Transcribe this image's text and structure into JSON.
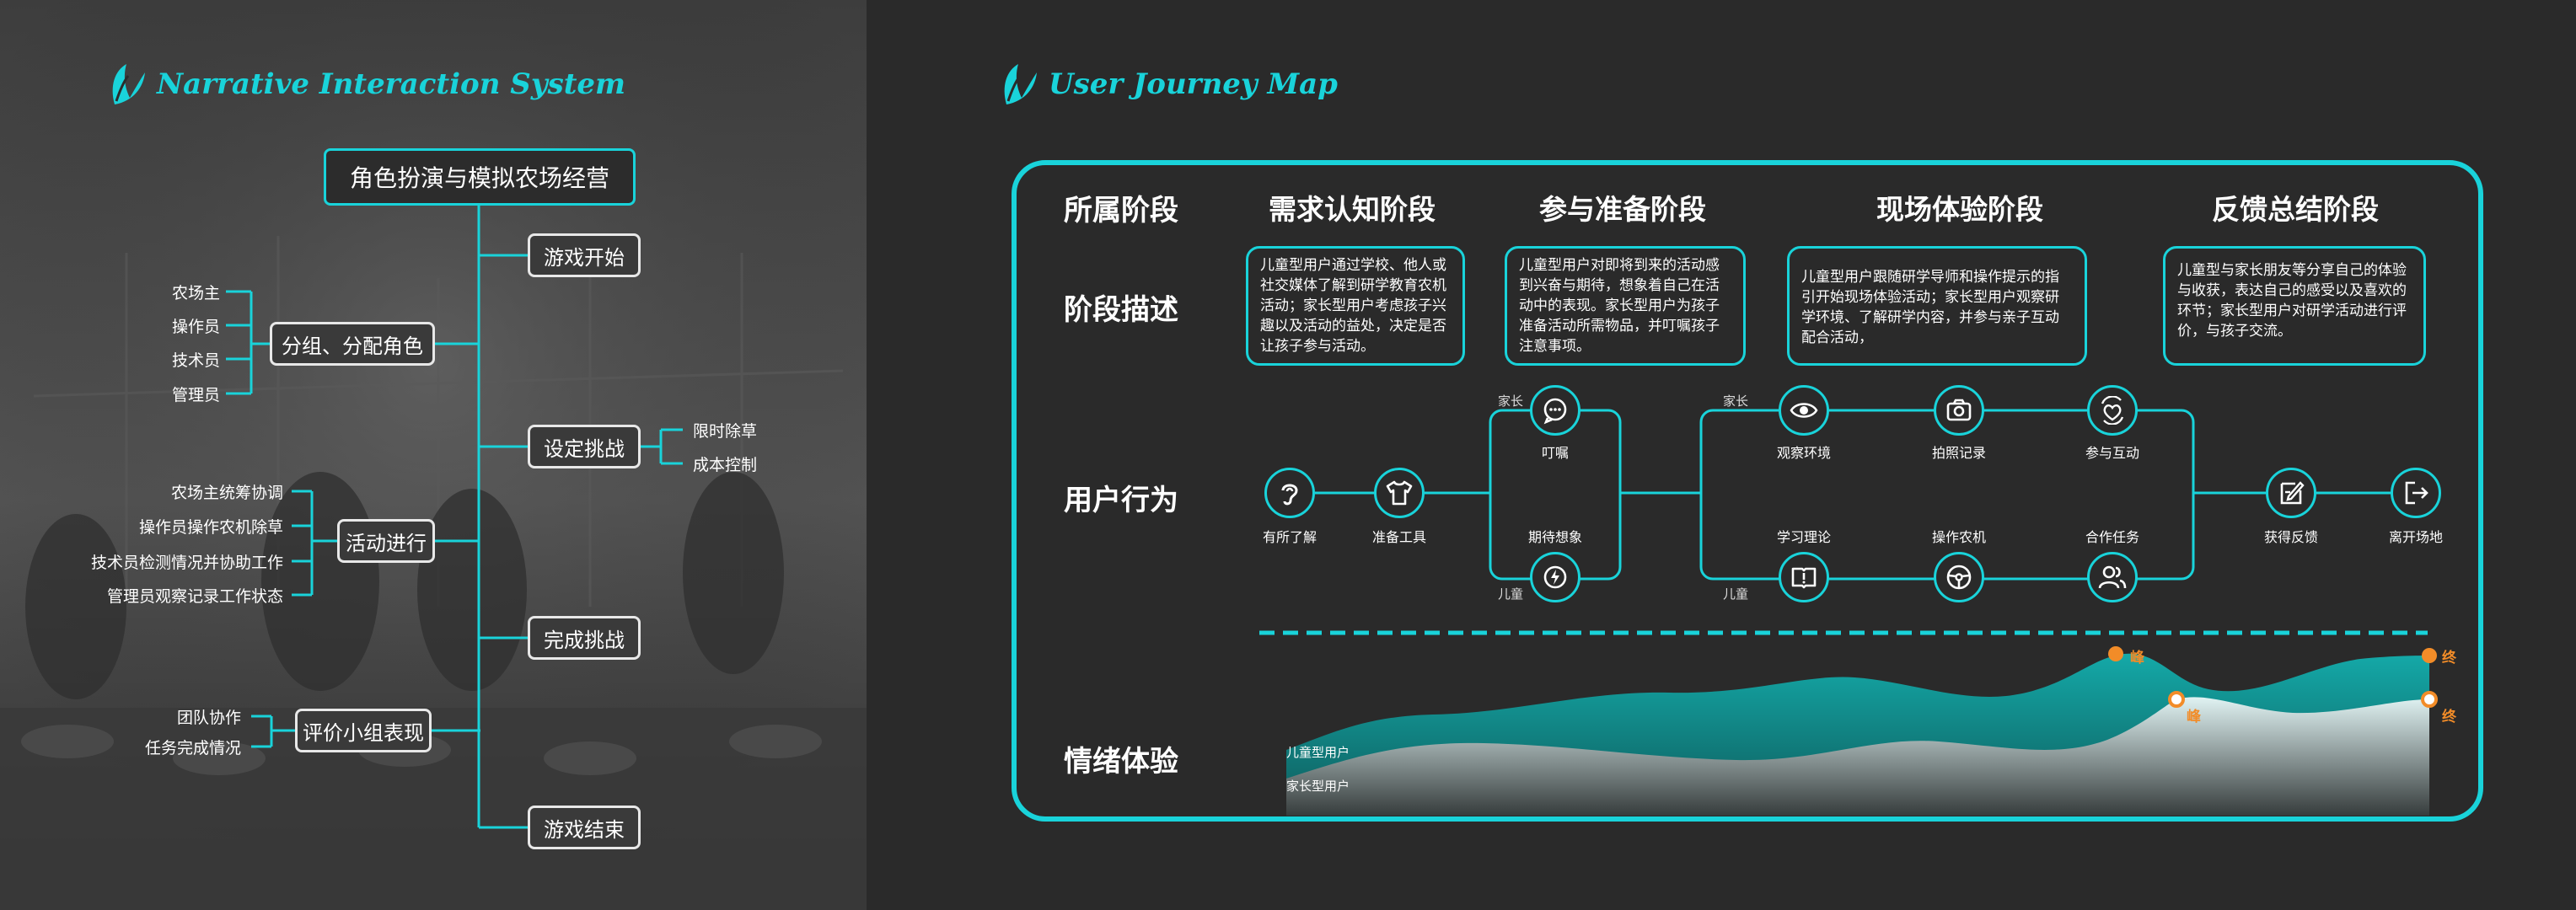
{
  "left": {
    "brand": "Narrative Interaction System",
    "root": "角色扮演与模拟农场经营",
    "steps": {
      "start": "游戏开始",
      "challenge": "设定挑战",
      "finish": "完成挑战",
      "end": "游戏结束"
    },
    "groups": {
      "roles": {
        "label": "分组、分配角色",
        "items": [
          "农场主",
          "操作员",
          "技术员",
          "管理员"
        ]
      },
      "activity": {
        "label": "活动进行",
        "items": [
          "农场主统筹协调",
          "操作员操作农机除草",
          "技术员检测情况并协助工作",
          "管理员观察记录工作状态"
        ]
      },
      "evaluate": {
        "label": "评价小组表现",
        "items": [
          "团队协作",
          "任务完成情况"
        ]
      }
    },
    "challenge_items": [
      "限时除草",
      "成本控制"
    ]
  },
  "right": {
    "brand": "User Journey Map",
    "row_titles": {
      "stage": "所属阶段",
      "desc": "阶段描述",
      "behavior": "用户行为",
      "emotion": "情绪体验"
    },
    "stages": [
      {
        "title": "需求认知阶段",
        "desc": "儿童型用户通过学校、他人或社交媒体了解到研学教育农机活动；家长型用户考虑孩子兴趣以及活动的益处，决定是否让孩子参与活动。"
      },
      {
        "title": "参与准备阶段",
        "desc": "儿童型用户对即将到来的活动感到兴奋与期待，想象着自己在活动中的表现。家长型用户为孩子准备活动所需物品，并叮嘱孩子注意事项。"
      },
      {
        "title": "现场体验阶段",
        "desc": "儿童型用户跟随研学导师和操作提示的指引开始现场体验活动；家长型用户观察研学环境、了解研学内容，并参与亲子互动配合活动，"
      },
      {
        "title": "反馈总结阶段",
        "desc": "儿童型与家长朋友等分享自己的体验与收获，表达自己的感受以及喜欢的环节；家长型用户对研学活动进行评价，与孩子交流。"
      }
    ],
    "actions": {
      "a1": "有所了解",
      "a2": "准备工具",
      "a3": "叮嘱",
      "a4": "期待想象",
      "a5": "观察环境",
      "a6": "拍照记录",
      "a7": "参与互动",
      "a8": "学习理论",
      "a9": "操作农机",
      "a10": "合作任务",
      "a11": "获得反馈",
      "a12": "离开场地"
    },
    "tags": {
      "parent": "家长",
      "child": "儿童"
    },
    "icons": [
      "ear-icon",
      "tshirt-icon",
      "chat-icon",
      "lightbulb-icon",
      "eye-icon",
      "camera-icon",
      "interact-icon",
      "book-icon",
      "steering-wheel-icon",
      "users-icon",
      "feedback-icon",
      "exit-icon"
    ],
    "emotion": {
      "child_label": "儿童型用户",
      "parent_label": "家长型用户",
      "peak": "峰",
      "end": "终",
      "colors": {
        "accent": "#19d3da",
        "child": "#14a9a8",
        "parent": "#e8f4f4",
        "marker": "#f28c28"
      }
    }
  }
}
